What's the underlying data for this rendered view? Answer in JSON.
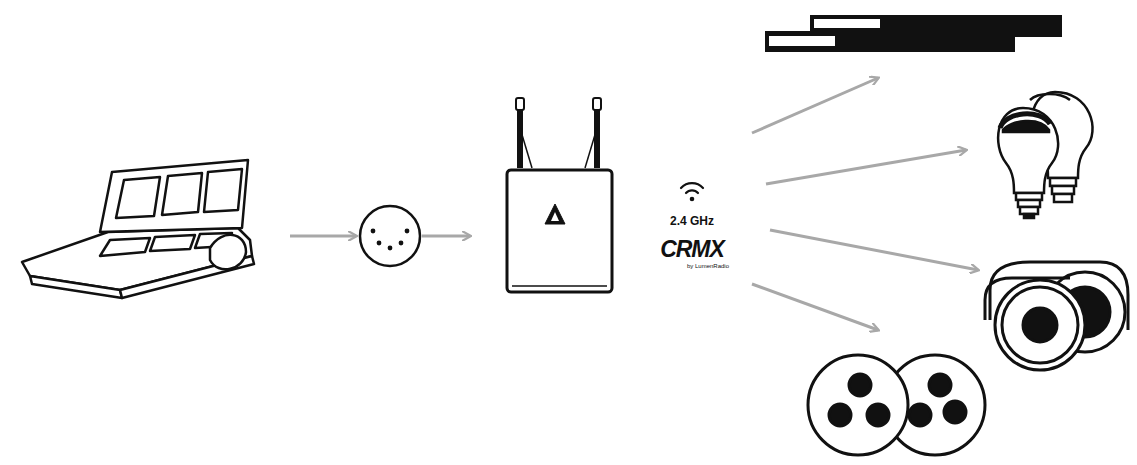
{
  "diagram": {
    "labels": [
      "2.4 GHz",
      "CRMX",
      "by LumenRadio"
    ]
  }
}
